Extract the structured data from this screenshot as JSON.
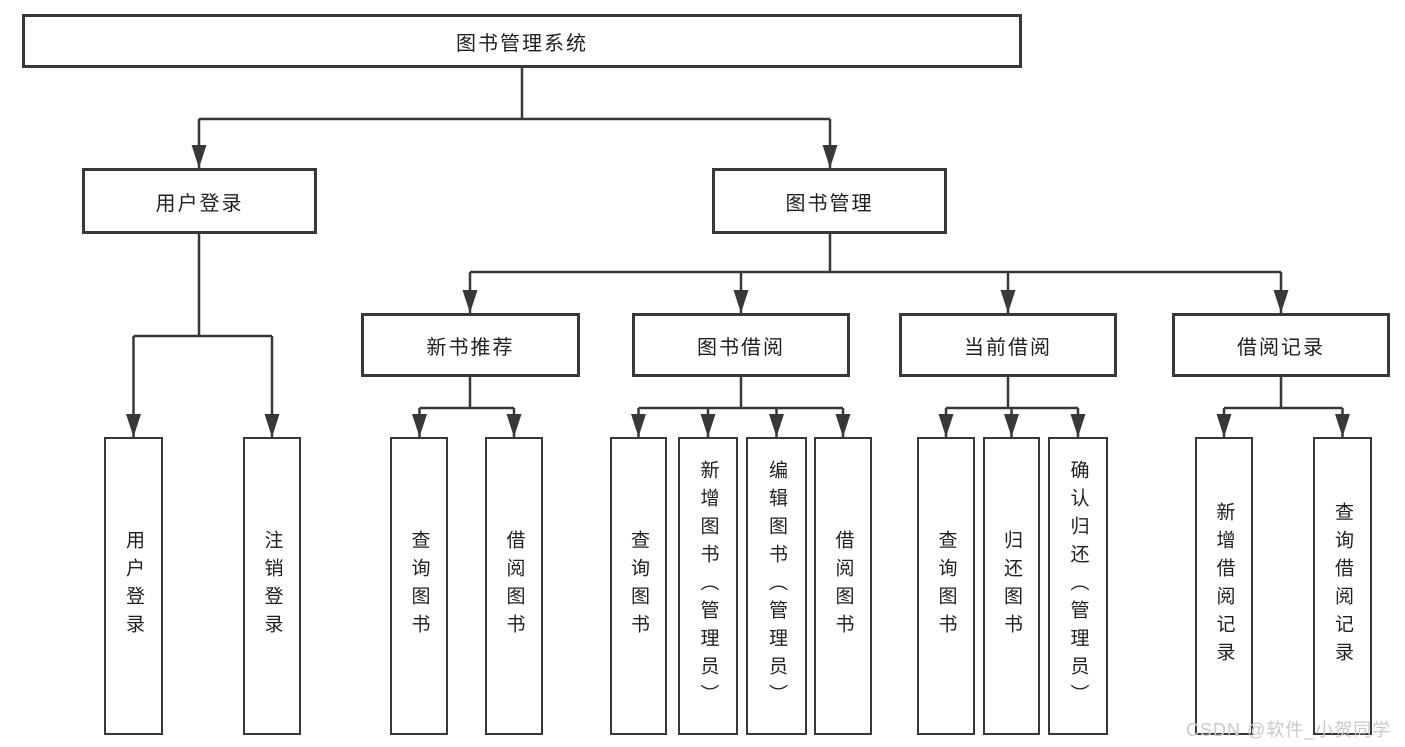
{
  "diagram": {
    "root": {
      "label": "图书管理系统"
    },
    "level2": [
      {
        "label": "用户登录",
        "children": [
          {
            "label": "用户登录"
          },
          {
            "label": "注销登录"
          }
        ]
      },
      {
        "label": "图书管理"
      }
    ],
    "level3": [
      {
        "label": "新书推荐",
        "children": [
          {
            "label": "查询图书"
          },
          {
            "label": "借阅图书"
          }
        ]
      },
      {
        "label": "图书借阅",
        "children": [
          {
            "label": "查询图书"
          },
          {
            "label": "新增图书（管理员）"
          },
          {
            "label": "编辑图书（管理员）"
          },
          {
            "label": "借阅图书"
          }
        ]
      },
      {
        "label": "当前借阅",
        "children": [
          {
            "label": "查询图书"
          },
          {
            "label": "归还图书"
          },
          {
            "label": "确认归还（管理员）"
          }
        ]
      },
      {
        "label": "借阅记录",
        "children": [
          {
            "label": "新增借阅记录"
          },
          {
            "label": "查询借阅记录"
          }
        ]
      }
    ]
  },
  "watermark": {
    "text": "CSDN @软件_小贺同学",
    "color": "#c9c9c9"
  },
  "colors": {
    "line": "#383838",
    "text": "#1f1f1f",
    "background": "#ffffff"
  }
}
